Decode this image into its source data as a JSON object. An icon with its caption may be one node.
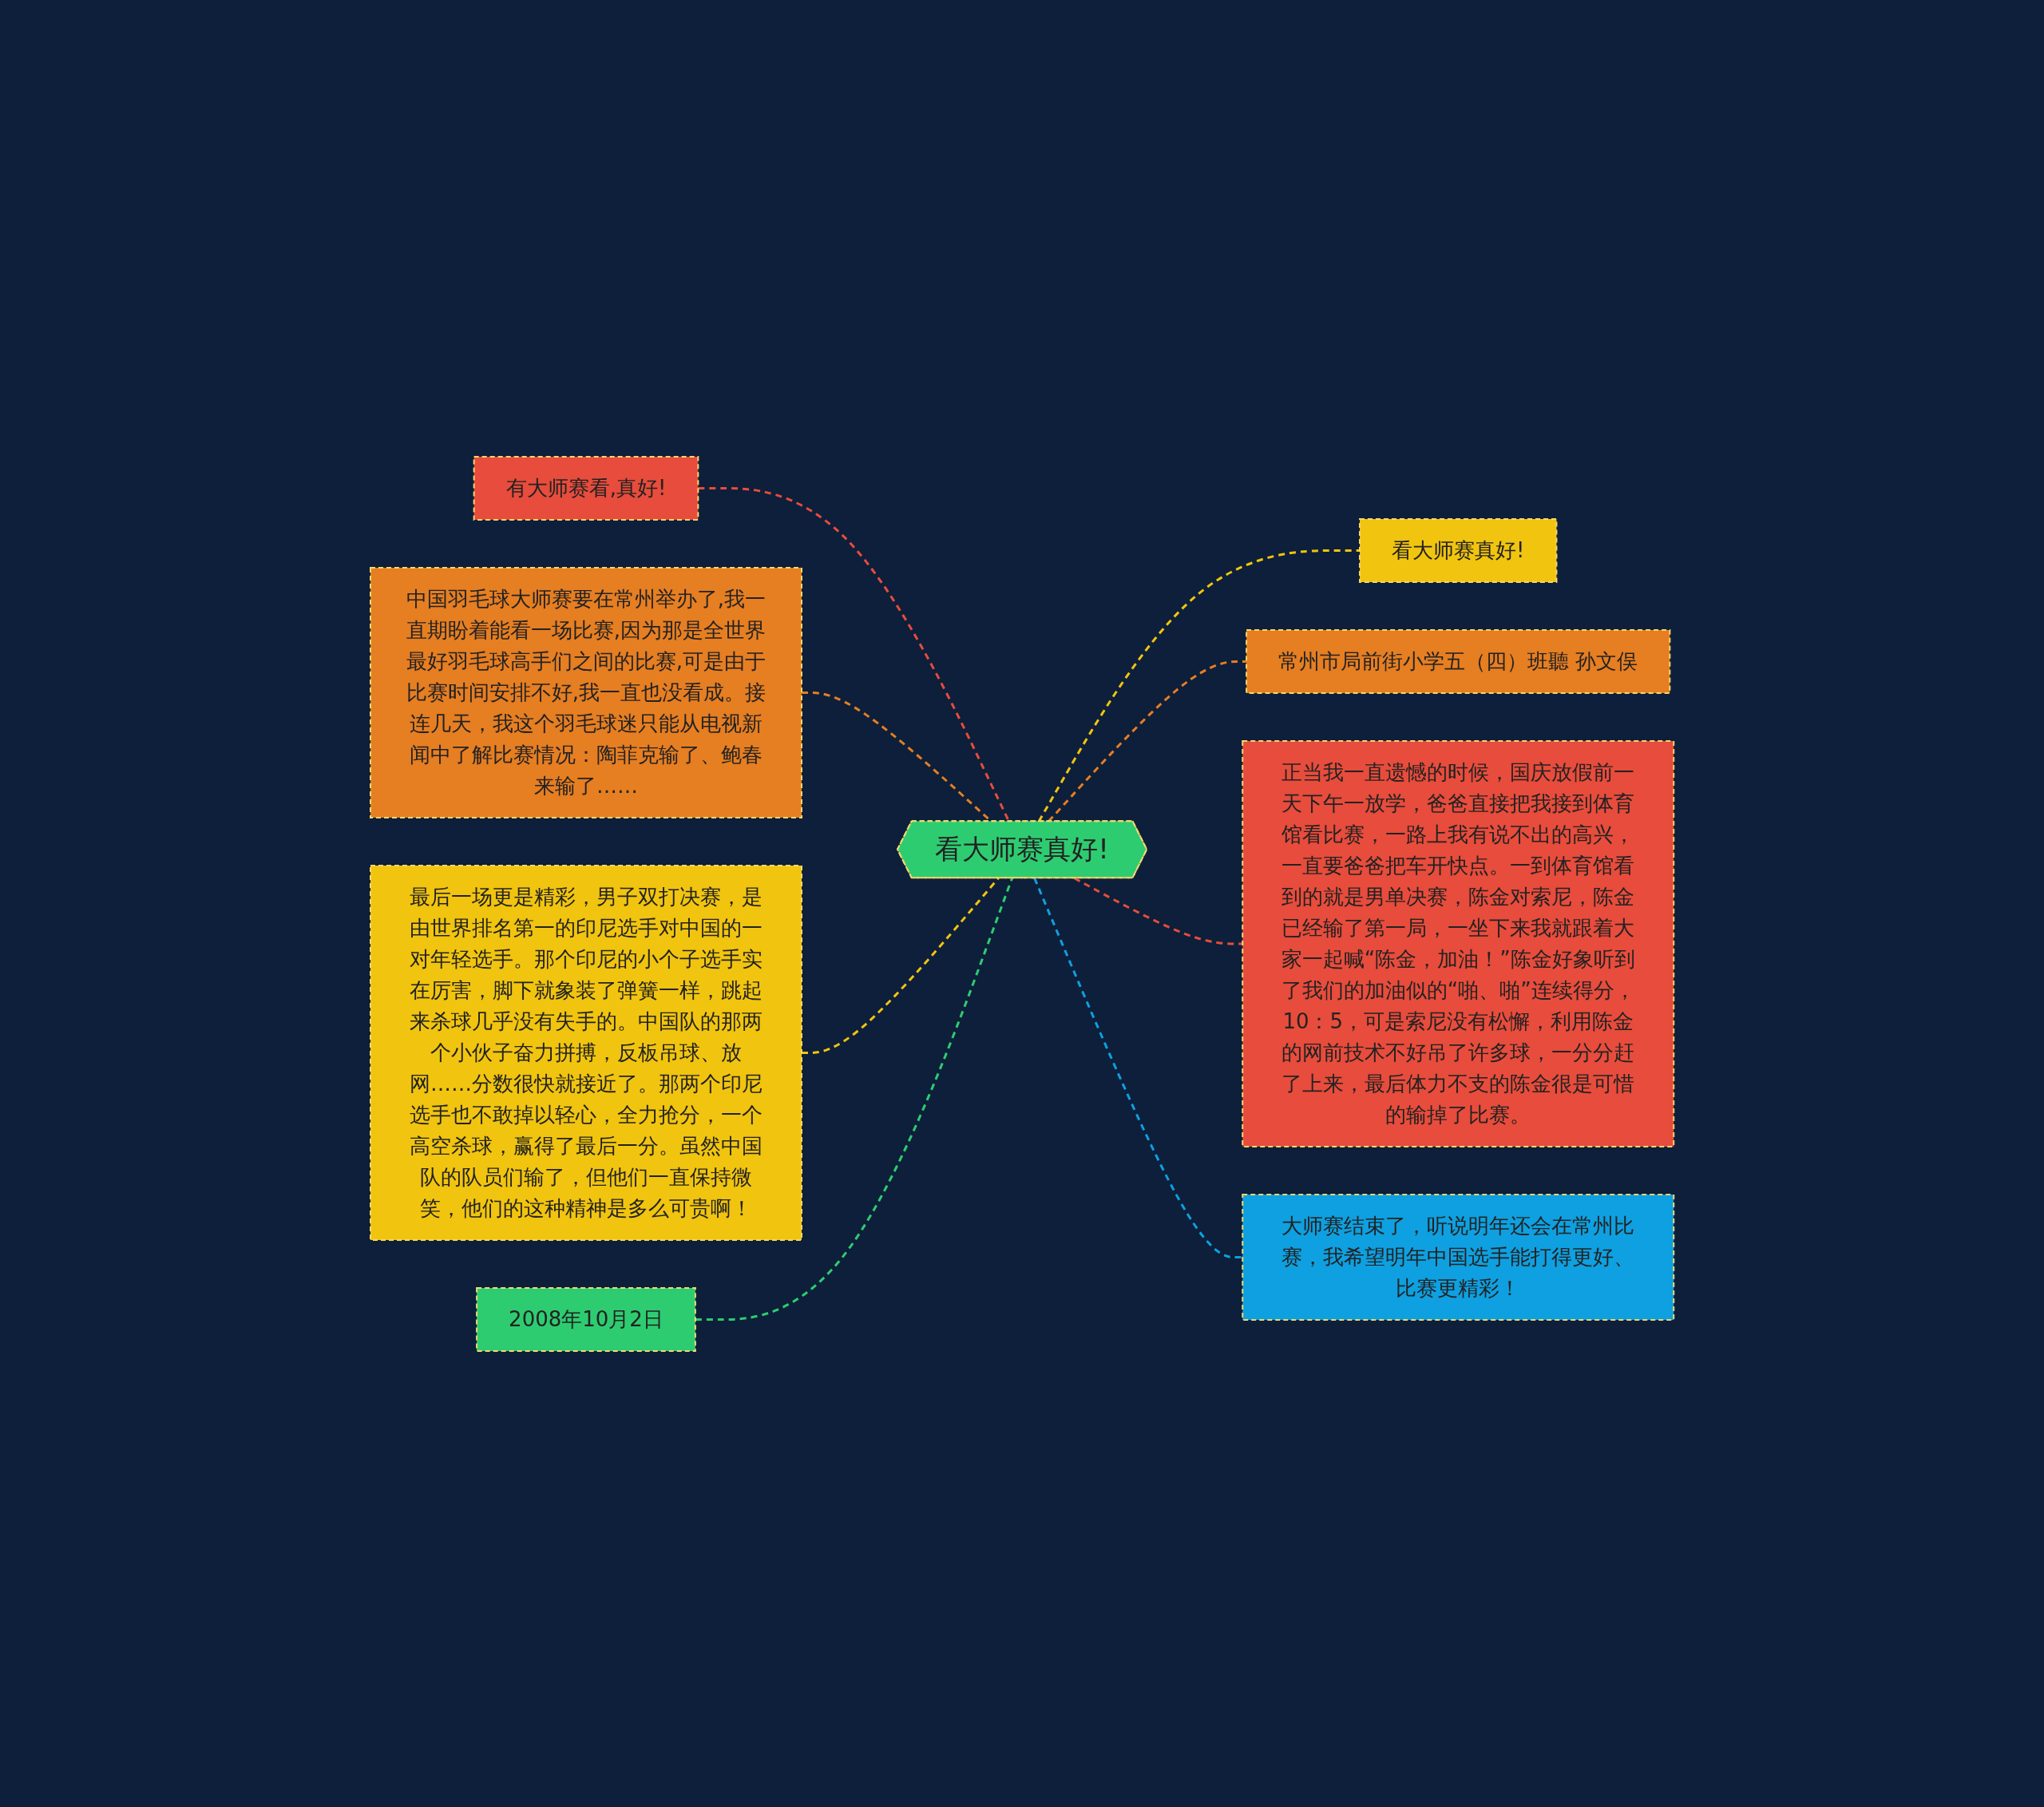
{
  "diagram": {
    "nodes": [
      {
        "text": [
          "看大师赛真好!"
        ]
      },
      {
        "text": [
          "有大师赛看,真好!"
        ]
      },
      {
        "text": [
          "中国羽毛球大师赛要在常州举办了,我一直期盼着能看一场比赛,因为那是全世界最好羽毛球高手们之间的比赛,可是由于比赛时间安排不好,我一直也没看成。接连几天，我这个羽毛球迷只能从电视新闻中了解比赛情况：陶菲克输了、鲍春来输了……"
        ]
      },
      {
        "text": [
          "最后一场更是精彩，男子双打决赛，是由世界排名第一的印尼选手对中国的一对年轻选手。那个印尼的小个子选手实在厉害，脚下就象装了弹簧一样，跳起来杀球几乎没有失手的。中国队的那两个小伙子奋力拼搏，反板吊球、放网……分数很快就接近了。那两个印尼选手也不敢掉以轻心，全力抢分，一个高空杀球，赢得了最后一分。虽然中国队的队员们输了，但他们一直保持微笑，他们的这种精神是多么可贵啊！"
        ]
      },
      {
        "text": [
          "2008年10月2日"
        ]
      },
      {
        "text": [
          "看大师赛真好!"
        ]
      },
      {
        "text": [
          "常州市局前街小学五（四）班聽 孙文俣"
        ]
      },
      {
        "text": [
          "正当我一直遗憾的时候，国庆放假前一天下午一放学，爸爸直接把我接到体育馆看比赛，一路上我有说不出的高兴，一直要爸爸把车开快点。一到体育馆看到的就是男单决赛，陈金对索尼，陈金已经输了第一局，一坐下来我就跟着大家一起喊“陈金，加油！”陈金好象听到了我们的加油似的“啪、啪”连续得分，10：5，可是索尼没有松懈，利用陈金的网前技术不好吊了许多球，一分分赶了上来，最后体力不支的陈金很是可惜的输掉了比赛。"
        ]
      },
      {
        "text": [
          "大师赛结束了，听说明年还会在常州比赛，我希望明年中国选手能打得更好、比赛更精彩！"
        ]
      }
    ],
    "edges": [
      {
        "from": 1,
        "to": 0,
        "arrow": "none",
        "style": "dashed",
        "color": "#e74c3c"
      },
      {
        "from": 2,
        "to": 0,
        "arrow": "none",
        "style": "dashed",
        "color": "#e67e22"
      },
      {
        "from": 3,
        "to": 0,
        "arrow": "none",
        "style": "dashed",
        "color": "#f1c40f"
      },
      {
        "from": 4,
        "to": 0,
        "arrow": "none",
        "style": "dashed",
        "color": "#2ecc71"
      },
      {
        "from": 0,
        "to": 5,
        "arrow": "none",
        "style": "dashed",
        "color": "#f1c40f"
      },
      {
        "from": 0,
        "to": 6,
        "arrow": "none",
        "style": "dashed",
        "color": "#e67e22"
      },
      {
        "from": 0,
        "to": 7,
        "arrow": "none",
        "style": "dashed",
        "color": "#e74c3c"
      },
      {
        "from": 0,
        "to": 8,
        "arrow": "none",
        "style": "dashed",
        "color": "#0ea0e0"
      }
    ]
  }
}
